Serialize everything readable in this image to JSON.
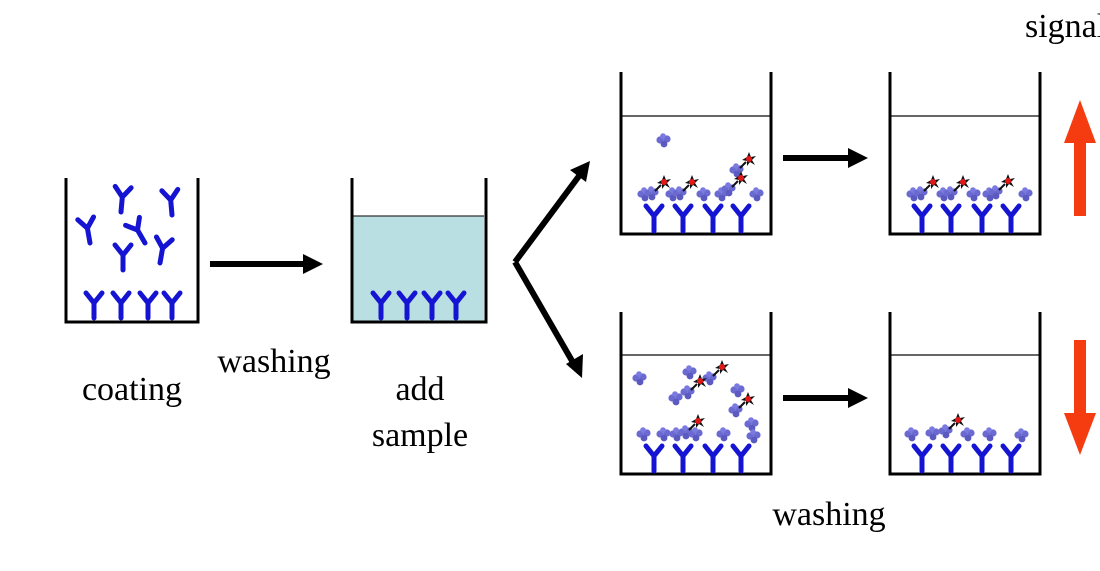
{
  "labels": {
    "coating": "coating",
    "washing_1": "washing",
    "add_sample_line1": "add",
    "add_sample_line2": "sample",
    "washing_2": "washing",
    "signal": "signal"
  },
  "colors": {
    "antibody": "#1414d2",
    "antigen": "#6a6ad0",
    "label_tag": "#e01818",
    "sample_liquid": "#b9dfe2",
    "arrow": "#000000",
    "signal_arrow": "#f53c10"
  },
  "icons": [
    "antibody-icon",
    "antigen-icon",
    "labeled-conjugate-icon",
    "arrow-icon",
    "signal-up-arrow-icon",
    "signal-down-arrow-icon"
  ]
}
